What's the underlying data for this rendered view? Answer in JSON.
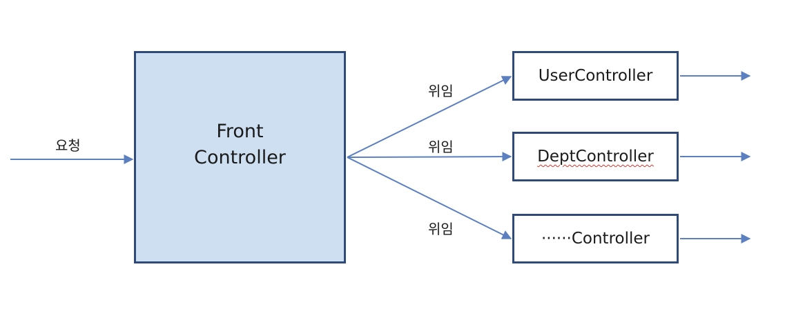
{
  "diagram": {
    "request_label": "요청",
    "front_controller": {
      "line1": "Front",
      "line2": "Controller"
    },
    "delegate_labels": [
      "위임",
      "위임",
      "위임"
    ],
    "controllers": [
      {
        "label": "UserController"
      },
      {
        "label": "DeptController"
      },
      {
        "label": "······Controller"
      }
    ]
  },
  "colors": {
    "box_border": "#2f4a78",
    "front_fill": "#cddff0",
    "arrow": "#5b7fbf",
    "spellcheck": "#d0342c"
  }
}
